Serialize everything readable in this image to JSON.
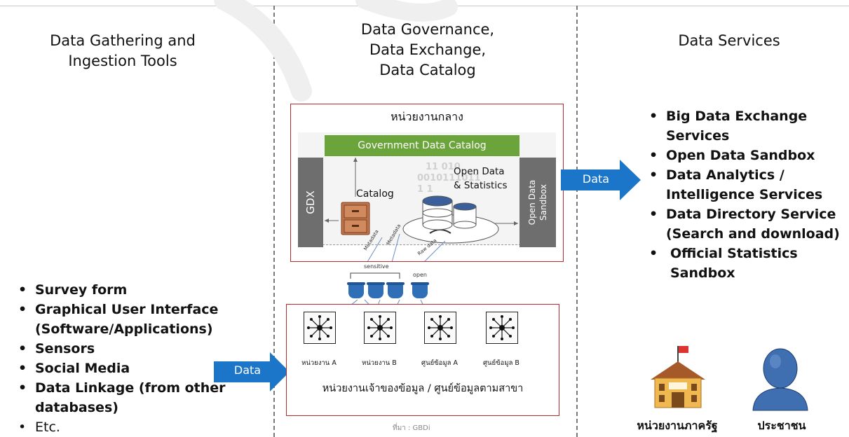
{
  "columns": {
    "left": {
      "title_line1": "Data Gathering and",
      "title_line2": "Ingestion Tools",
      "items": [
        "Survey form",
        "Graphical User Interface",
        "(Software/Applications)",
        "Sensors",
        "Social Media",
        "Data Linkage (from other",
        "databases)",
        "Etc."
      ]
    },
    "middle": {
      "title_line1": "Data Governance,",
      "title_line2": "Data Exchange,",
      "title_line3": "Data Catalog"
    },
    "right": {
      "title": "Data Services",
      "items": [
        "Big Data Exchange",
        "Services",
        "Open Data Sandbox",
        "Data Analytics /",
        "Intelligence Services",
        "Data Directory Service",
        "(Search and download)",
        "Official Statistics",
        "Sandbox"
      ]
    }
  },
  "central_agency": {
    "title": "หน่วยงานกลาง",
    "catalog_bar": "Government Data Catalog",
    "gdx": "GDX",
    "catalog": "Catalog",
    "open_data_line1": "Open Data",
    "open_data_line2": "& Statistics",
    "binary_line1": "11 010",
    "binary_line2": "0010111011",
    "binary_line3": "1 1",
    "sandbox_line1": "Open Data",
    "sandbox_line2": "Sandbox",
    "flow_labels": [
      "Metadata",
      "Metadata",
      "Raw data"
    ]
  },
  "buckets": {
    "sensitive": "sensitive",
    "open": "open"
  },
  "owners": {
    "nodes": [
      "หน่วยงาน A",
      "หน่วยงาน B",
      "ศูนย์ข้อมูล A",
      "ศูนย์ข้อมูล B"
    ],
    "caption": "หน่วยงานเจ้าของข้อมูล / ศูนย์ข้อมูลตามสาขา"
  },
  "source": "ที่มา :  GBDi",
  "arrows": {
    "data_in": "Data",
    "data_out": "Data"
  },
  "icons": {
    "building_label": "หน่วยงานภาครัฐ",
    "person_label": "ประชาชน"
  },
  "colors": {
    "arrow": "#1b75c8",
    "red_border": "#b52a2a",
    "green_bar": "#6ba43a",
    "gray_bar": "#6e6e6e"
  }
}
